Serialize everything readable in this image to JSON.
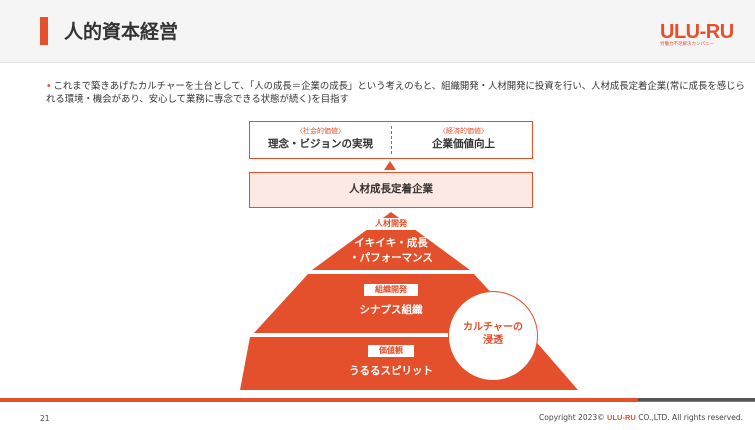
{
  "header": {
    "title": "人的資本経営"
  },
  "logo": {
    "word": "ULU-RU",
    "subtitle": "労働力不足解決カンパニー"
  },
  "intro": {
    "bullet": "•",
    "text": "これまで築きあげたカルチャーを土台として、「人の成長＝企業の成長」という考えのもと、組織開発・人材開発に投資を行い、人材成長定着企業(常に成長を感じられる環境・機会があり、安心して業務に専念できる状態が続く)を目指す"
  },
  "values": {
    "left_small": "〈社会的価値〉",
    "left_main": "理念・ビジョンの実現",
    "right_small": "〈経済的価値〉",
    "right_main": "企業価値向上"
  },
  "company": {
    "label": "人材成長定着企業"
  },
  "pyramid": {
    "top": {
      "tag": "人材開発",
      "line1": "イキイキ・成長",
      "line2": "・パフォーマンス"
    },
    "middle": {
      "tag": "組織開発",
      "text": "シナプス組織"
    },
    "bottom": {
      "tag": "価値観",
      "text": "うるるスピリット"
    }
  },
  "culture": {
    "line1": "カルチャーの",
    "line2": "浸透"
  },
  "footer": {
    "page_number": "21",
    "copyright_prefix": "Copyright 2023©",
    "copyright_brand": "ULU-RU",
    "copyright_suffix": "CO.,LTD. All rights reserved."
  },
  "colors": {
    "accent": "#e5502c",
    "light_fill": "#fce9e3"
  }
}
